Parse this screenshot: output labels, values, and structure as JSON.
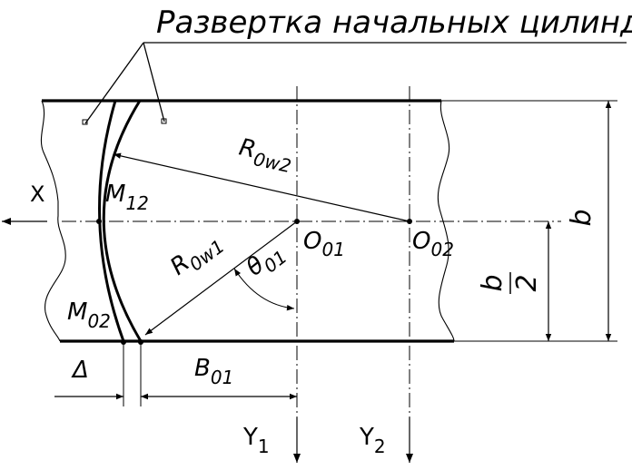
{
  "title": "Развертка начальных цилиндров",
  "labels": {
    "x_axis": "X",
    "y1_main": "Y",
    "y1_sub": "1",
    "y2_main": "Y",
    "y2_sub": "2",
    "o01_main": "O",
    "o01_sub": "01",
    "o02_main": "O",
    "o02_sub": "02",
    "m12_main": "M",
    "m12_sub": "12",
    "m02_main": "M",
    "m02_sub": "02",
    "r1_main": "R",
    "r1_sub": "0w1",
    "r2_main": "R",
    "r2_sub": "0w2",
    "theta_main": "θ",
    "theta_sub": "01",
    "b_full": "b",
    "b_half_num": "b",
    "b_half_den": "2",
    "b01_main": "B",
    "b01_sub": "01",
    "delta": "Δ"
  },
  "colors": {
    "line": "#000000",
    "background": "#ffffff"
  }
}
